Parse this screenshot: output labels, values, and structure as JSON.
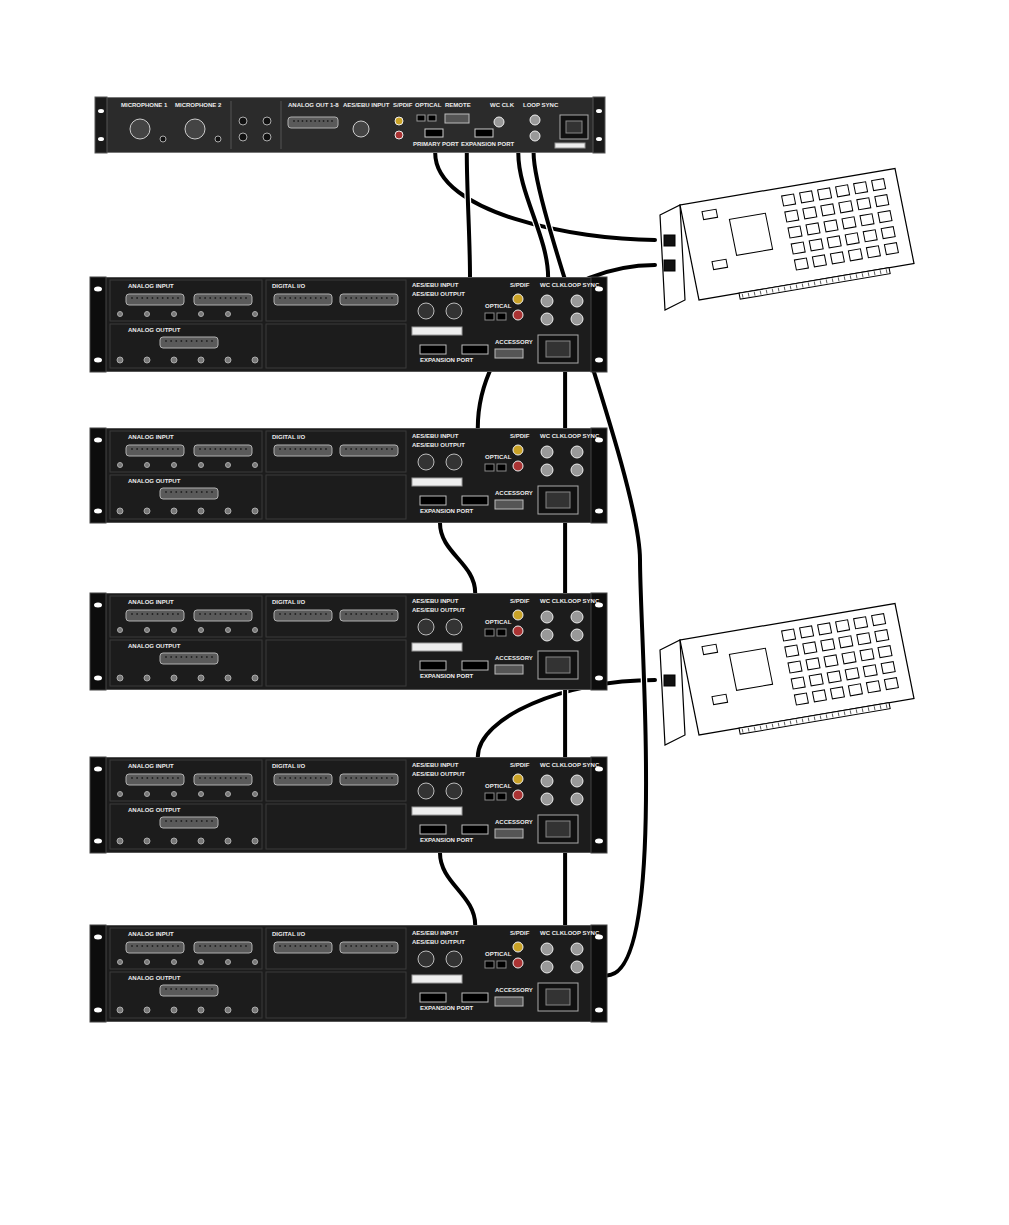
{
  "diagram": {
    "nodes": [
      {
        "text": [
          "MICROPHONE 1",
          "MICROPHONE 2",
          "ANALOG OUT 1-8",
          "AES/EBU INPUT",
          "S/PDIF",
          "OPTICAL",
          "REMOTE",
          "WC CLK",
          "LOOP SYNC",
          "PRIMARY PORT",
          "EXPANSION PORT"
        ]
      },
      {
        "text": [
          "ANALOG INPUT",
          "ANALOG OUTPUT",
          "DIGITAL I/O",
          "AES/EBU INPUT",
          "AES/EBU OUTPUT",
          "S/PDIF",
          "OPTICAL",
          "WC CLK",
          "LOOP SYNC",
          "EXPANSION PORT",
          "ACCESSORY"
        ]
      },
      {
        "text": [
          "ANALOG INPUT",
          "ANALOG OUTPUT",
          "DIGITAL I/O",
          "AES/EBU INPUT",
          "AES/EBU OUTPUT",
          "S/PDIF",
          "OPTICAL",
          "WC CLK",
          "LOOP SYNC",
          "EXPANSION PORT",
          "ACCESSORY"
        ]
      },
      {
        "text": [
          "ANALOG INPUT",
          "ANALOG OUTPUT",
          "DIGITAL I/O",
          "AES/EBU INPUT",
          "AES/EBU OUTPUT",
          "S/PDIF",
          "OPTICAL",
          "WC CLK",
          "LOOP SYNC",
          "EXPANSION PORT",
          "ACCESSORY"
        ]
      },
      {
        "text": [
          "ANALOG INPUT",
          "ANALOG OUTPUT",
          "DIGITAL I/O",
          "AES/EBU INPUT",
          "AES/EBU OUTPUT",
          "S/PDIF",
          "OPTICAL",
          "WC CLK",
          "LOOP SYNC",
          "EXPANSION PORT",
          "ACCESSORY"
        ]
      },
      {
        "text": [
          "ANALOG INPUT",
          "ANALOG OUTPUT",
          "DIGITAL I/O",
          "AES/EBU INPUT",
          "AES/EBU OUTPUT",
          "S/PDIF",
          "OPTICAL",
          "WC CLK",
          "LOOP SYNC",
          "EXPANSION PORT",
          "ACCESSORY"
        ]
      },
      {
        "text": []
      },
      {
        "text": []
      }
    ],
    "edges": [
      {
        "from": 0,
        "to": 6,
        "arrow": "none"
      },
      {
        "from": 0,
        "to": 1,
        "arrow": "none"
      },
      {
        "from": 0,
        "to": 1,
        "arrow": "none"
      },
      {
        "from": 6,
        "to": 2,
        "arrow": "none"
      },
      {
        "from": 1,
        "to": 2,
        "arrow": "none"
      },
      {
        "from": 2,
        "to": 3,
        "arrow": "none"
      },
      {
        "from": 2,
        "to": 3,
        "arrow": "none"
      },
      {
        "from": 7,
        "to": 4,
        "arrow": "none"
      },
      {
        "from": 3,
        "to": 4,
        "arrow": "none"
      },
      {
        "from": 4,
        "to": 5,
        "arrow": "none"
      },
      {
        "from": 4,
        "to": 5,
        "arrow": "none"
      },
      {
        "from": 0,
        "to": 5,
        "arrow": "none"
      }
    ]
  }
}
